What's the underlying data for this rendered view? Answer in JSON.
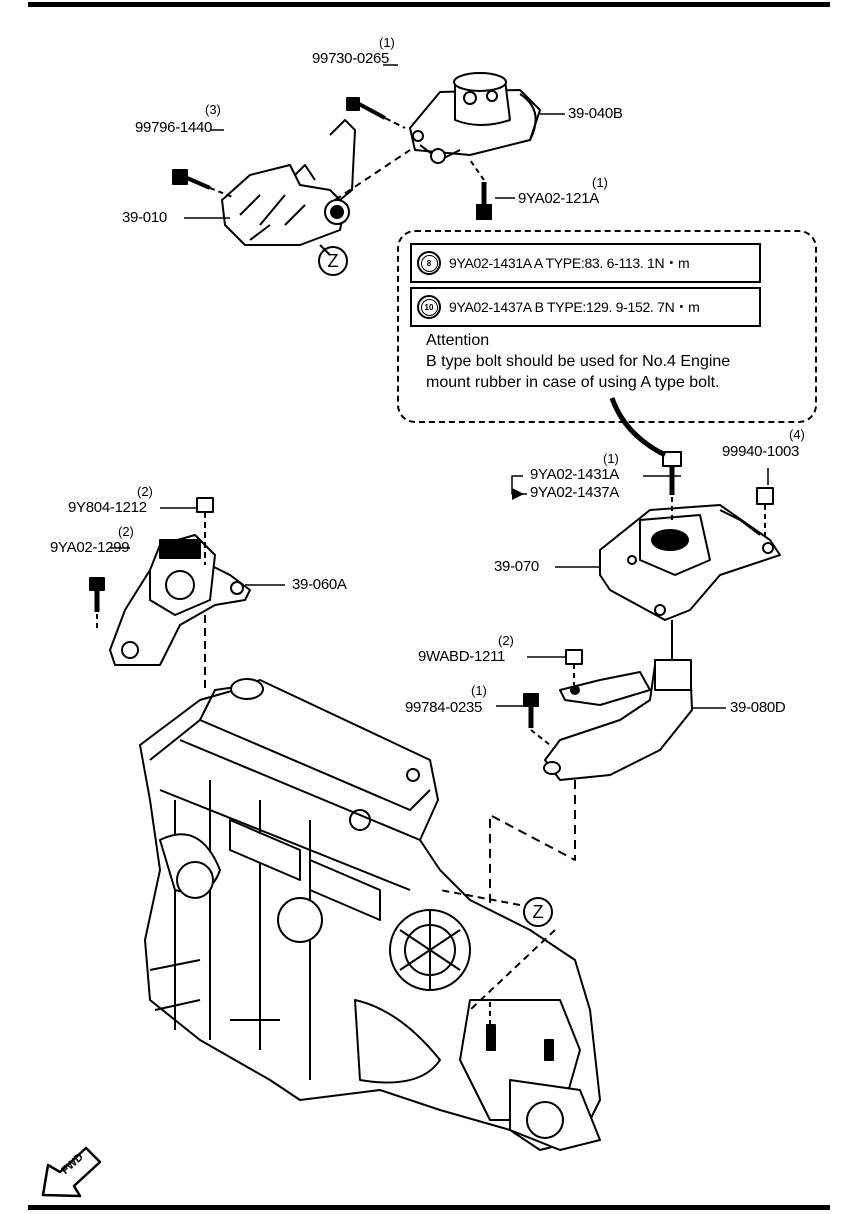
{
  "parts": {
    "bolt_99730": {
      "qty": "(1)",
      "number": "99730-0265"
    },
    "bolt_99796": {
      "qty": "(3)",
      "number": "99796-1440"
    },
    "mount_39040B": {
      "number": "39-040B"
    },
    "bracket_39010": {
      "number": "39-010"
    },
    "bolt_9YA02_121A": {
      "qty": "(1)",
      "number": "9YA02-121A"
    },
    "bolt_9YA02_1431A": {
      "qty": "(1)",
      "number": "9YA02-1431A",
      "alt_number": "9YA02-1437A"
    },
    "nut_99940": {
      "qty": "(4)",
      "number": "99940-1003"
    },
    "nut_9Y804": {
      "qty": "(2)",
      "number": "9Y804-1212"
    },
    "bolt_9YA02_1299": {
      "qty": "(2)",
      "number": "9YA02-1299"
    },
    "mount_39060A": {
      "number": "39-060A"
    },
    "mount_39070": {
      "number": "39-070"
    },
    "nut_9WABD": {
      "qty": "(2)",
      "number": "9WABD-1211"
    },
    "bolt_99784": {
      "qty": "(1)",
      "number": "99784-0235"
    },
    "bracket_39080D": {
      "number": "39-080D"
    }
  },
  "spec_table": [
    {
      "badge": "8",
      "text": "9YA02-1431A  A TYPE:83. 6-113. 1N・m"
    },
    {
      "badge": "10",
      "text": "9YA02-1437A  B TYPE:129. 9-152. 7N・m"
    }
  ],
  "attention": {
    "title": "Attention",
    "line1": "B type bolt should be used for No.4 Engine",
    "line2": "mount rubber in case of using A type bolt."
  },
  "view_marker": "Z",
  "fwd_label": "FWD",
  "icons": [
    "fwd-arrow-icon",
    "z-view-marker"
  ]
}
